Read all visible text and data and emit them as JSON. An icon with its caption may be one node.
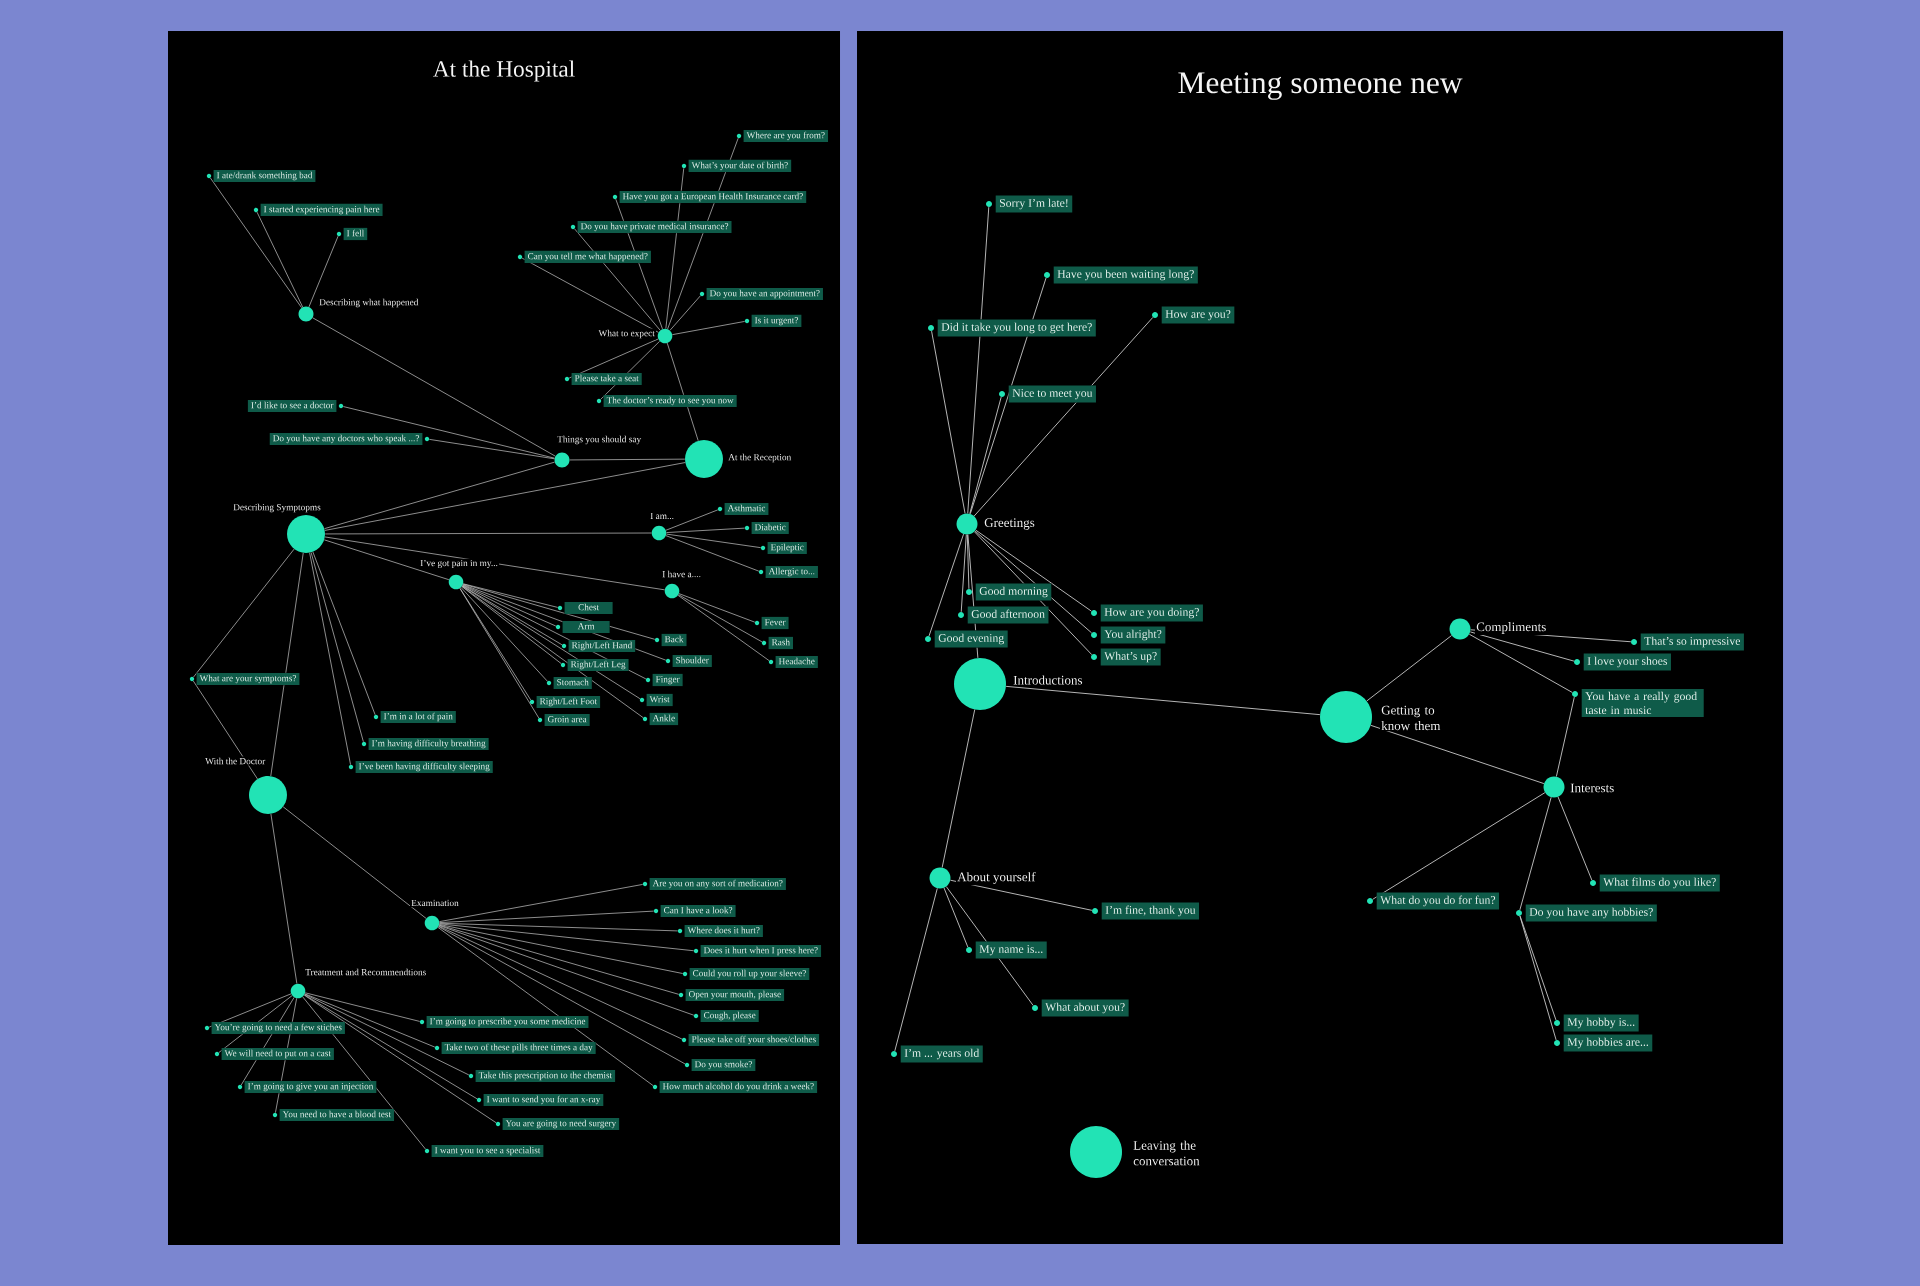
{
  "diagram": {
    "nodes": [
      {
        "text": [
          "At the Hospital"
        ]
      },
      {
        "text": [
          "At the Reception"
        ],
        "in": 0
      },
      {
        "text": [
          "What to expect"
        ],
        "in": 0
      },
      {
        "text": [
          "Where are you from?"
        ],
        "in": 0
      },
      {
        "text": [
          "What’s your date of birth?"
        ],
        "in": 0
      },
      {
        "text": [
          "Have you got a European Health Insurance card?"
        ],
        "in": 0
      },
      {
        "text": [
          "Do you have private medical insurance?"
        ],
        "in": 0
      },
      {
        "text": [
          "Can you tell me what happened?"
        ],
        "in": 0
      },
      {
        "text": [
          "Do you have an appointment?"
        ],
        "in": 0
      },
      {
        "text": [
          "Is it urgent?"
        ],
        "in": 0
      },
      {
        "text": [
          "Please take a seat"
        ],
        "in": 0
      },
      {
        "text": [
          "The doctor’s ready to see you now"
        ],
        "in": 0
      },
      {
        "text": [
          "Things you should say"
        ],
        "in": 0
      },
      {
        "text": [
          "I’d like to see a doctor"
        ],
        "in": 0
      },
      {
        "text": [
          "Do you have any doctors who speak ...?"
        ],
        "in": 0
      },
      {
        "text": [
          "Describing what happened"
        ],
        "in": 0
      },
      {
        "text": [
          "I ate/drank something bad"
        ],
        "in": 0
      },
      {
        "text": [
          "I started experiencing pain here"
        ],
        "in": 0
      },
      {
        "text": [
          "I fell"
        ],
        "in": 0
      },
      {
        "text": [
          "Describing Symptopms"
        ],
        "in": 0
      },
      {
        "text": [
          "I am..."
        ],
        "in": 0
      },
      {
        "text": [
          "Asthmatic"
        ],
        "in": 0
      },
      {
        "text": [
          "Diabetic"
        ],
        "in": 0
      },
      {
        "text": [
          "Epileptic"
        ],
        "in": 0
      },
      {
        "text": [
          "Allergic to..."
        ],
        "in": 0
      },
      {
        "text": [
          "I’ve got pain in my..."
        ],
        "in": 0
      },
      {
        "text": [
          "Chest"
        ],
        "in": 0
      },
      {
        "text": [
          "Arm"
        ],
        "in": 0
      },
      {
        "text": [
          "Back"
        ],
        "in": 0
      },
      {
        "text": [
          "Right/Left Hand"
        ],
        "in": 0
      },
      {
        "text": [
          "Shoulder"
        ],
        "in": 0
      },
      {
        "text": [
          "Right/Left Leg"
        ],
        "in": 0
      },
      {
        "text": [
          "Finger"
        ],
        "in": 0
      },
      {
        "text": [
          "Stomach"
        ],
        "in": 0
      },
      {
        "text": [
          "Wrist"
        ],
        "in": 0
      },
      {
        "text": [
          "Right/Left Foot"
        ],
        "in": 0
      },
      {
        "text": [
          "Ankle"
        ],
        "in": 0
      },
      {
        "text": [
          "Groin area"
        ],
        "in": 0
      },
      {
        "text": [
          "I have a...."
        ],
        "in": 0
      },
      {
        "text": [
          "Fever"
        ],
        "in": 0
      },
      {
        "text": [
          "Rash"
        ],
        "in": 0
      },
      {
        "text": [
          "Headache"
        ],
        "in": 0
      },
      {
        "text": [
          "What are your symptoms?"
        ],
        "in": 0
      },
      {
        "text": [
          "I’m in a lot of pain"
        ],
        "in": 0
      },
      {
        "text": [
          "I’m having difficulty breathing"
        ],
        "in": 0
      },
      {
        "text": [
          "I’ve been having difficulty sleeping"
        ],
        "in": 0
      },
      {
        "text": [
          "With the Doctor"
        ],
        "in": 0
      },
      {
        "text": [
          "Examination"
        ],
        "in": 0
      },
      {
        "text": [
          "Are you on any sort of medication?"
        ],
        "in": 0
      },
      {
        "text": [
          "Can I have a look?"
        ],
        "in": 0
      },
      {
        "text": [
          "Where does it hurt?"
        ],
        "in": 0
      },
      {
        "text": [
          "Does it hurt when I press here?"
        ],
        "in": 0
      },
      {
        "text": [
          "Could you roll up your sleeve?"
        ],
        "in": 0
      },
      {
        "text": [
          "Open your mouth, please"
        ],
        "in": 0
      },
      {
        "text": [
          "Cough, please"
        ],
        "in": 0
      },
      {
        "text": [
          "Please take off your shoes/clothes"
        ],
        "in": 0
      },
      {
        "text": [
          "Do you smoke?"
        ],
        "in": 0
      },
      {
        "text": [
          "How much alcohol do you drink a week?"
        ],
        "in": 0
      },
      {
        "text": [
          "Treatment and Recommendtions"
        ],
        "in": 0
      },
      {
        "text": [
          "You’re going to need a few stiches"
        ],
        "in": 0
      },
      {
        "text": [
          "We will need to put on a cast"
        ],
        "in": 0
      },
      {
        "text": [
          "I’m going to give you an injection"
        ],
        "in": 0
      },
      {
        "text": [
          "You need to have a blood test"
        ],
        "in": 0
      },
      {
        "text": [
          "I’m going to prescribe you some medicine"
        ],
        "in": 0
      },
      {
        "text": [
          "Take two of these pills three times a day"
        ],
        "in": 0
      },
      {
        "text": [
          "Take this prescription to the chemist"
        ],
        "in": 0
      },
      {
        "text": [
          "I want to send you for an x-ray"
        ],
        "in": 0
      },
      {
        "text": [
          "You are going to need surgery"
        ],
        "in": 0
      },
      {
        "text": [
          "I want you to see a specialist"
        ],
        "in": 0
      },
      {
        "text": [
          "Meeting someone new"
        ]
      },
      {
        "text": [
          "Greetings"
        ],
        "in": 69
      },
      {
        "text": [
          "Sorry I’m late!"
        ],
        "in": 69
      },
      {
        "text": [
          "Have you been waiting long?"
        ],
        "in": 69
      },
      {
        "text": [
          "Did it take you long to get here?"
        ],
        "in": 69
      },
      {
        "text": [
          "How are you?"
        ],
        "in": 69
      },
      {
        "text": [
          "Nice to meet you"
        ],
        "in": 69
      },
      {
        "text": [
          "Good morning"
        ],
        "in": 69
      },
      {
        "text": [
          "Good afternoon"
        ],
        "in": 69
      },
      {
        "text": [
          "Good evening"
        ],
        "in": 69
      },
      {
        "text": [
          "How are you doing?"
        ],
        "in": 69
      },
      {
        "text": [
          "You alright?"
        ],
        "in": 69
      },
      {
        "text": [
          "What’s up?"
        ],
        "in": 69
      },
      {
        "text": [
          "Introductions"
        ],
        "in": 69
      },
      {
        "text": [
          "Getting to know them"
        ],
        "in": 69
      },
      {
        "text": [
          "Compliments"
        ],
        "in": 69
      },
      {
        "text": [
          "That’s so impressive"
        ],
        "in": 69
      },
      {
        "text": [
          "I love your shoes"
        ],
        "in": 69
      },
      {
        "text": [
          "You have a really good taste in music"
        ],
        "in": 69
      },
      {
        "text": [
          "Interests"
        ],
        "in": 69
      },
      {
        "text": [
          "What films do you like?"
        ],
        "in": 69
      },
      {
        "text": [
          "What do you do for fun?"
        ],
        "in": 69
      },
      {
        "text": [
          "Do you have any hobbies?"
        ],
        "in": 69
      },
      {
        "text": [
          "My hobby is..."
        ],
        "in": 69
      },
      {
        "text": [
          "My hobbies are..."
        ],
        "in": 69
      },
      {
        "text": [
          "About yourself"
        ],
        "in": 69
      },
      {
        "text": [
          "I’m fine, thank you"
        ],
        "in": 69
      },
      {
        "text": [
          "My name is..."
        ],
        "in": 69
      },
      {
        "text": [
          "What about you?"
        ],
        "in": 69
      },
      {
        "text": [
          "I’m ... years old"
        ],
        "in": 69
      },
      {
        "text": [
          "Leaving the conversation"
        ],
        "in": 69
      }
    ],
    "edges": [
      {
        "from": 1,
        "to": 2,
        "arrow": "none"
      },
      {
        "from": 2,
        "to": 3,
        "arrow": "none"
      },
      {
        "from": 2,
        "to": 4,
        "arrow": "none"
      },
      {
        "from": 2,
        "to": 5,
        "arrow": "none"
      },
      {
        "from": 2,
        "to": 6,
        "arrow": "none"
      },
      {
        "from": 2,
        "to": 7,
        "arrow": "none"
      },
      {
        "from": 2,
        "to": 8,
        "arrow": "none"
      },
      {
        "from": 2,
        "to": 9,
        "arrow": "none"
      },
      {
        "from": 2,
        "to": 10,
        "arrow": "none"
      },
      {
        "from": 2,
        "to": 11,
        "arrow": "none"
      },
      {
        "from": 1,
        "to": 12,
        "arrow": "none"
      },
      {
        "from": 12,
        "to": 13,
        "arrow": "none"
      },
      {
        "from": 12,
        "to": 14,
        "arrow": "none"
      },
      {
        "from": 12,
        "to": 15,
        "arrow": "none"
      },
      {
        "from": 15,
        "to": 16,
        "arrow": "none"
      },
      {
        "from": 15,
        "to": 17,
        "arrow": "none"
      },
      {
        "from": 15,
        "to": 18,
        "arrow": "none"
      },
      {
        "from": 12,
        "to": 19,
        "arrow": "none"
      },
      {
        "from": 1,
        "to": 19,
        "arrow": "none"
      },
      {
        "from": 19,
        "to": 20,
        "arrow": "none"
      },
      {
        "from": 20,
        "to": 21,
        "arrow": "none"
      },
      {
        "from": 20,
        "to": 22,
        "arrow": "none"
      },
      {
        "from": 20,
        "to": 23,
        "arrow": "none"
      },
      {
        "from": 20,
        "to": 24,
        "arrow": "none"
      },
      {
        "from": 19,
        "to": 25,
        "arrow": "none"
      },
      {
        "from": 25,
        "to": 26,
        "arrow": "none"
      },
      {
        "from": 25,
        "to": 27,
        "arrow": "none"
      },
      {
        "from": 25,
        "to": 28,
        "arrow": "none"
      },
      {
        "from": 25,
        "to": 29,
        "arrow": "none"
      },
      {
        "from": 25,
        "to": 30,
        "arrow": "none"
      },
      {
        "from": 25,
        "to": 31,
        "arrow": "none"
      },
      {
        "from": 25,
        "to": 32,
        "arrow": "none"
      },
      {
        "from": 25,
        "to": 33,
        "arrow": "none"
      },
      {
        "from": 25,
        "to": 34,
        "arrow": "none"
      },
      {
        "from": 25,
        "to": 35,
        "arrow": "none"
      },
      {
        "from": 25,
        "to": 36,
        "arrow": "none"
      },
      {
        "from": 25,
        "to": 37,
        "arrow": "none"
      },
      {
        "from": 19,
        "to": 38,
        "arrow": "none"
      },
      {
        "from": 38,
        "to": 39,
        "arrow": "none"
      },
      {
        "from": 38,
        "to": 40,
        "arrow": "none"
      },
      {
        "from": 38,
        "to": 41,
        "arrow": "none"
      },
      {
        "from": 19,
        "to": 42,
        "arrow": "none"
      },
      {
        "from": 19,
        "to": 43,
        "arrow": "none"
      },
      {
        "from": 19,
        "to": 44,
        "arrow": "none"
      },
      {
        "from": 19,
        "to": 45,
        "arrow": "none"
      },
      {
        "from": 19,
        "to": 46,
        "arrow": "none"
      },
      {
        "from": 42,
        "to": 46,
        "arrow": "none"
      },
      {
        "from": 46,
        "to": 47,
        "arrow": "none"
      },
      {
        "from": 47,
        "to": 48,
        "arrow": "none"
      },
      {
        "from": 47,
        "to": 49,
        "arrow": "none"
      },
      {
        "from": 47,
        "to": 50,
        "arrow": "none"
      },
      {
        "from": 47,
        "to": 51,
        "arrow": "none"
      },
      {
        "from": 47,
        "to": 52,
        "arrow": "none"
      },
      {
        "from": 47,
        "to": 53,
        "arrow": "none"
      },
      {
        "from": 47,
        "to": 54,
        "arrow": "none"
      },
      {
        "from": 47,
        "to": 55,
        "arrow": "none"
      },
      {
        "from": 47,
        "to": 56,
        "arrow": "none"
      },
      {
        "from": 47,
        "to": 57,
        "arrow": "none"
      },
      {
        "from": 46,
        "to": 58,
        "arrow": "none"
      },
      {
        "from": 58,
        "to": 59,
        "arrow": "none"
      },
      {
        "from": 58,
        "to": 60,
        "arrow": "none"
      },
      {
        "from": 58,
        "to": 61,
        "arrow": "none"
      },
      {
        "from": 58,
        "to": 62,
        "arrow": "none"
      },
      {
        "from": 58,
        "to": 63,
        "arrow": "none"
      },
      {
        "from": 58,
        "to": 64,
        "arrow": "none"
      },
      {
        "from": 58,
        "to": 65,
        "arrow": "none"
      },
      {
        "from": 58,
        "to": 66,
        "arrow": "none"
      },
      {
        "from": 58,
        "to": 67,
        "arrow": "none"
      },
      {
        "from": 58,
        "to": 68,
        "arrow": "none"
      },
      {
        "from": 70,
        "to": 71,
        "arrow": "none"
      },
      {
        "from": 70,
        "to": 72,
        "arrow": "none"
      },
      {
        "from": 70,
        "to": 73,
        "arrow": "none"
      },
      {
        "from": 70,
        "to": 74,
        "arrow": "none"
      },
      {
        "from": 70,
        "to": 75,
        "arrow": "none"
      },
      {
        "from": 70,
        "to": 76,
        "arrow": "none"
      },
      {
        "from": 70,
        "to": 77,
        "arrow": "none"
      },
      {
        "from": 70,
        "to": 78,
        "arrow": "none"
      },
      {
        "from": 70,
        "to": 79,
        "arrow": "none"
      },
      {
        "from": 70,
        "to": 80,
        "arrow": "none"
      },
      {
        "from": 70,
        "to": 81,
        "arrow": "none"
      },
      {
        "from": 70,
        "to": 82,
        "arrow": "none"
      },
      {
        "from": 82,
        "to": 83,
        "arrow": "none"
      },
      {
        "from": 82,
        "to": 94,
        "arrow": "none"
      },
      {
        "from": 83,
        "to": 84,
        "arrow": "none"
      },
      {
        "from": 83,
        "to": 88,
        "arrow": "none"
      },
      {
        "from": 84,
        "to": 85,
        "arrow": "none"
      },
      {
        "from": 84,
        "to": 86,
        "arrow": "none"
      },
      {
        "from": 84,
        "to": 87,
        "arrow": "none"
      },
      {
        "from": 87,
        "to": 88,
        "arrow": "none"
      },
      {
        "from": 88,
        "to": 89,
        "arrow": "none"
      },
      {
        "from": 88,
        "to": 90,
        "arrow": "none"
      },
      {
        "from": 88,
        "to": 91,
        "arrow": "none"
      },
      {
        "from": 91,
        "to": 92,
        "arrow": "none"
      },
      {
        "from": 91,
        "to": 93,
        "arrow": "none"
      },
      {
        "from": 94,
        "to": 95,
        "arrow": "none"
      },
      {
        "from": 94,
        "to": 96,
        "arrow": "none"
      },
      {
        "from": 94,
        "to": 97,
        "arrow": "none"
      },
      {
        "from": 94,
        "to": 98,
        "arrow": "none"
      }
    ]
  }
}
